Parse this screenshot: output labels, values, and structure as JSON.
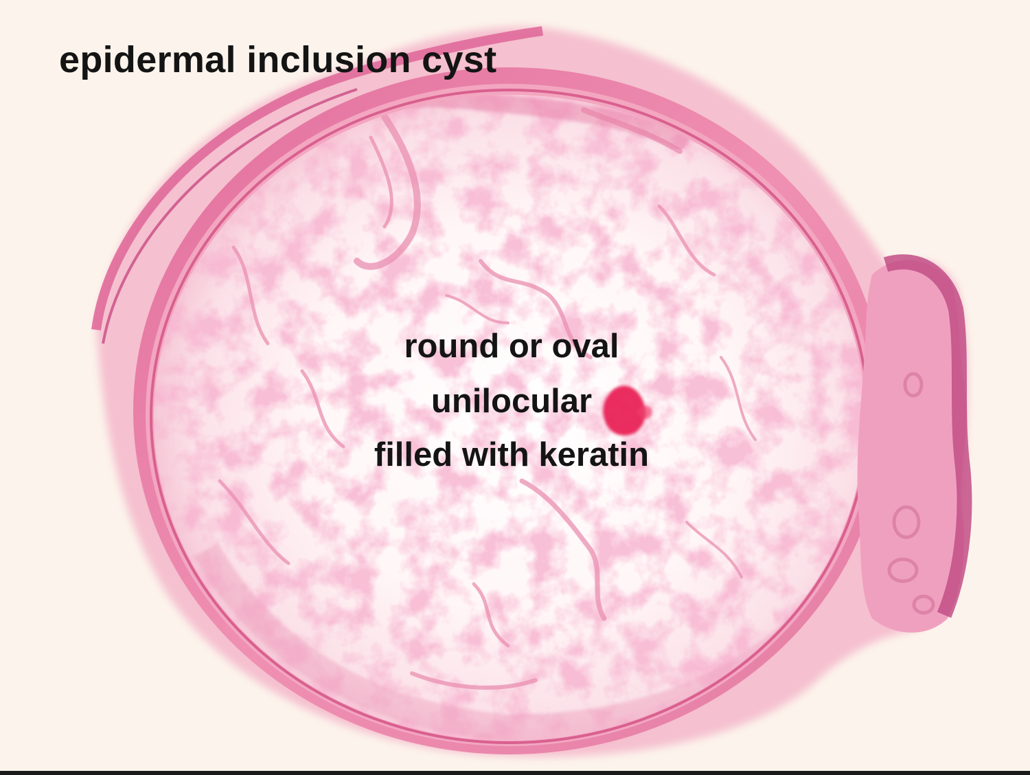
{
  "slide": {
    "title": "epidermal inclusion cyst",
    "captions": [
      "round or oval",
      "unilocular",
      "filled with keratin"
    ]
  },
  "image": {
    "subject": "H&E histology section of a cyst",
    "colors": {
      "background": "#fcf4ec",
      "cyst_wall": "#e8739e",
      "cyst_wall_dark": "#c94a82",
      "keratin_fill": "#fff2f4",
      "keratin_strands": "#ec96b4",
      "epidermis": "#d7679c",
      "hemorrhage": "#e8194f",
      "text": "#141414"
    }
  }
}
